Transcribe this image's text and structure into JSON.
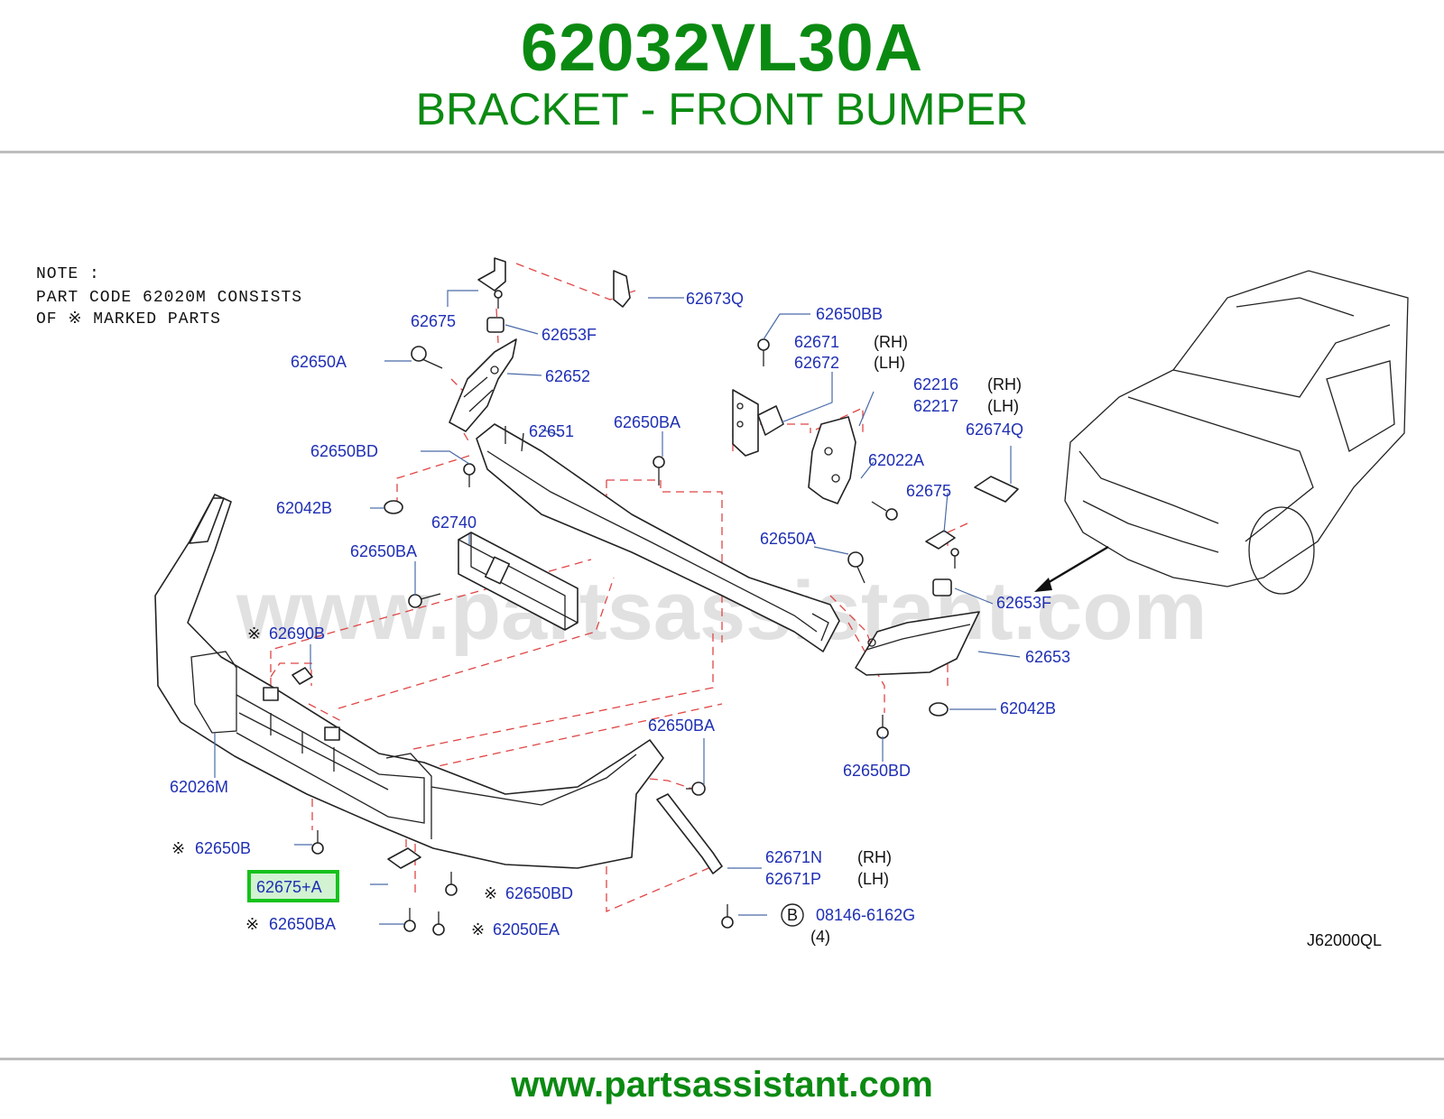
{
  "header": {
    "part_number": "62032VL30A",
    "part_name": "BRACKET - FRONT BUMPER"
  },
  "note": {
    "line1": "NOTE  :",
    "line2": "PART  CODE  62020M  CONSISTS",
    "line3": "OF  ※        MARKED  PARTS"
  },
  "watermark": "www.partsassistant.com",
  "diagram_code": "J62000QL",
  "footer": {
    "url": "www.partsassistant.com"
  },
  "colors": {
    "title_green": "#0b8a12",
    "label_blue": "#1f2fb4",
    "highlight_green": "#16c21c",
    "highlight_fill": "#d2f2d2",
    "dashed_red": "#e04545"
  },
  "callouts": [
    {
      "id": "c1",
      "text": "62675"
    },
    {
      "id": "c2",
      "text": "62673Q"
    },
    {
      "id": "c3",
      "text": "62653F"
    },
    {
      "id": "c4",
      "text": "62650A"
    },
    {
      "id": "c5",
      "text": "62652"
    },
    {
      "id": "c6",
      "text": "62650BB"
    },
    {
      "id": "c7",
      "text": "62671"
    },
    {
      "id": "c8",
      "text": "62672"
    },
    {
      "id": "c9",
      "text": "62651"
    },
    {
      "id": "c10",
      "text": "62650BA"
    },
    {
      "id": "c11",
      "text": "62216"
    },
    {
      "id": "c12",
      "text": "62217"
    },
    {
      "id": "c13",
      "text": "62674Q"
    },
    {
      "id": "c14",
      "text": "62650BD"
    },
    {
      "id": "c15",
      "text": "62022A"
    },
    {
      "id": "c16",
      "text": "62042B"
    },
    {
      "id": "c17",
      "text": "62675"
    },
    {
      "id": "c18",
      "text": "62740"
    },
    {
      "id": "c19",
      "text": "62650A"
    },
    {
      "id": "c20",
      "text": "62650BA"
    },
    {
      "id": "c21",
      "text": "62653F"
    },
    {
      "id": "c22",
      "text": "62690B"
    },
    {
      "id": "c23",
      "text": "62653"
    },
    {
      "id": "c24",
      "text": "62042B"
    },
    {
      "id": "c25",
      "text": "62650BA"
    },
    {
      "id": "c26",
      "text": "62650BD"
    },
    {
      "id": "c27",
      "text": "62026M"
    },
    {
      "id": "c28",
      "text": "62650B"
    },
    {
      "id": "c29",
      "text": "62671N"
    },
    {
      "id": "c30",
      "text": "62671P"
    },
    {
      "id": "c31",
      "text": "62650BD"
    },
    {
      "id": "c32",
      "text": "08146-6162G"
    },
    {
      "id": "c33",
      "text": "62650BA"
    },
    {
      "id": "c34",
      "text": "62050EA"
    }
  ],
  "side_marks": {
    "rh": "(RH)",
    "lh": "(LH)",
    "qty_four": "(4)",
    "circle_b": "B",
    "star": "※"
  },
  "highlight": {
    "text": "62675+A"
  }
}
